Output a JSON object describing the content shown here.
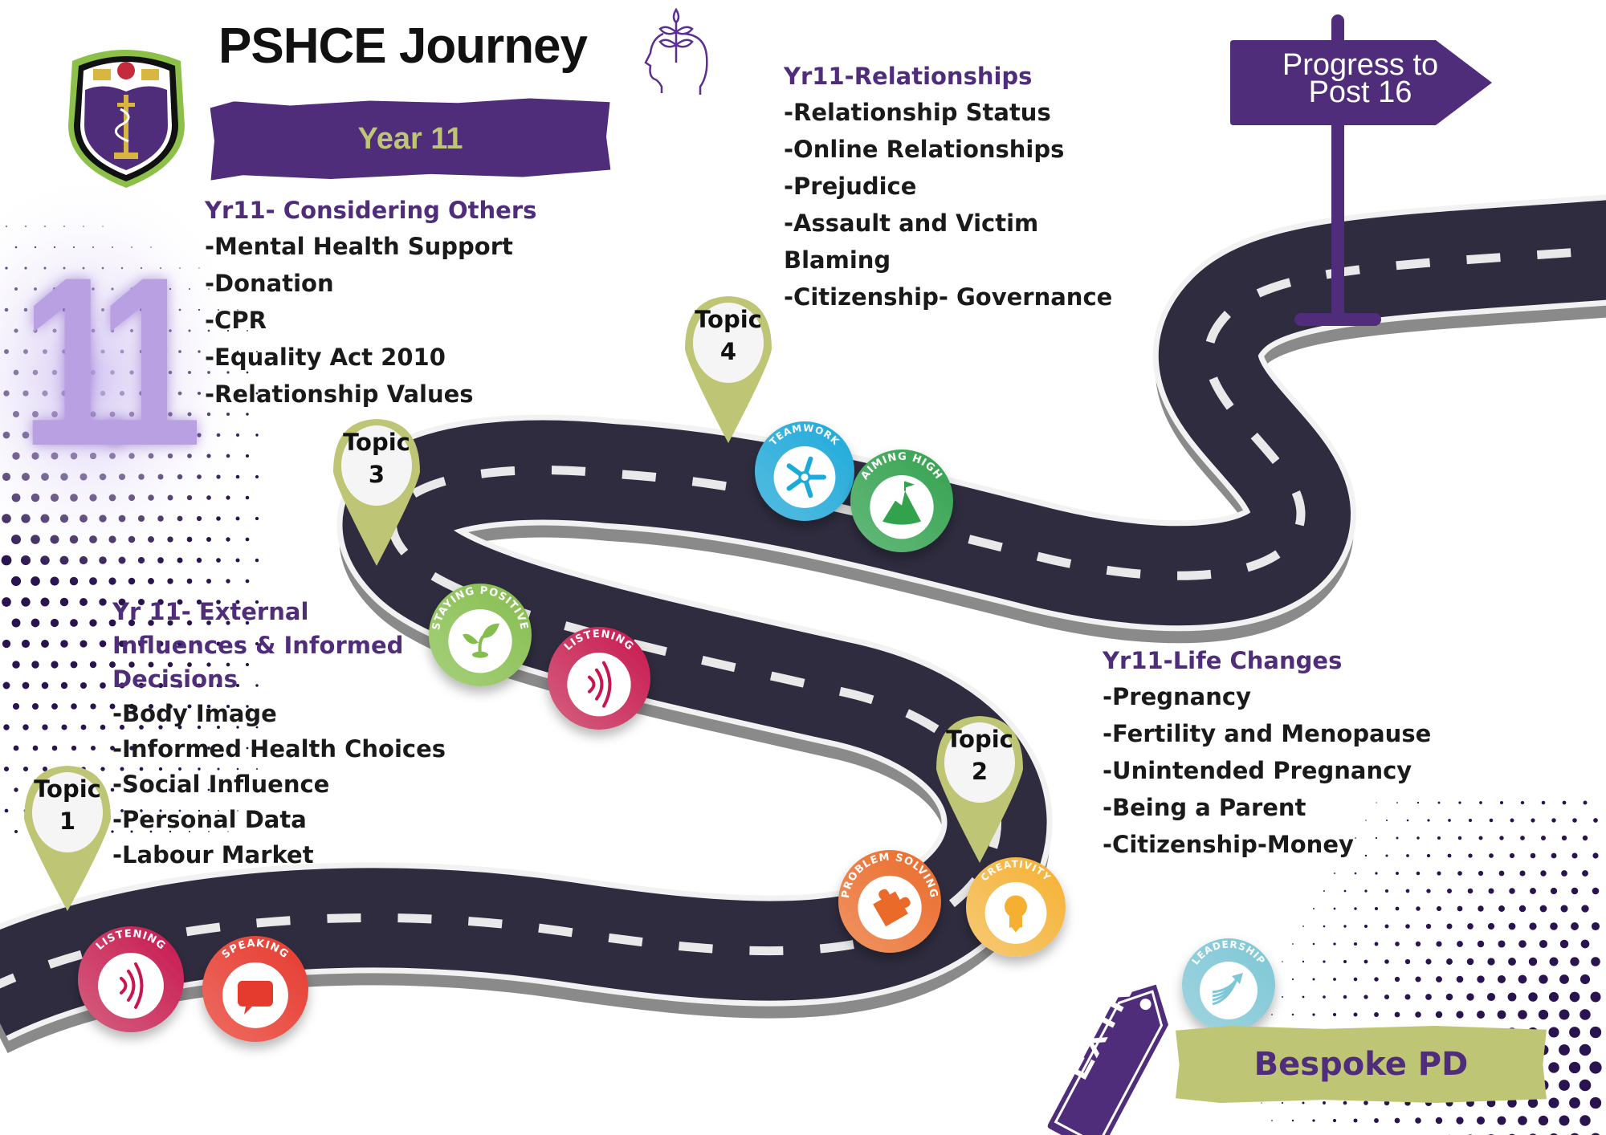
{
  "header": {
    "title": "PSHCE Journey",
    "year_label": "Year 11",
    "big_number": "11",
    "school_crest": "school-crest-shield",
    "title_icon": "head-with-plant-icon"
  },
  "colors": {
    "brand_purple": "#4f2d7b",
    "olive_green": "#bec574",
    "road_dark": "#2e2c3e",
    "lilac": "#b9a0e2"
  },
  "topics": [
    {
      "pin": {
        "label": "Topic",
        "number": "1"
      },
      "heading": "Yr 11- External Influences & Informed Decisions",
      "heading_lines": [
        "Yr 11- External",
        "Influences & Informed",
        "Decisions"
      ],
      "items": [
        "-Body Image",
        "-Informed Health Choices",
        "-Social Influence",
        "-Personal Data",
        "-Labour Market"
      ],
      "skills": [
        "LISTENING",
        "SPEAKING"
      ]
    },
    {
      "pin": {
        "label": "Topic",
        "number": "2"
      },
      "heading": "Yr11-Life Changes",
      "items": [
        "-Pregnancy",
        "-Fertility and Menopause",
        "-Unintended Pregnancy",
        "-Being a Parent",
        "-Citizenship-Money"
      ],
      "skills": [
        "PROBLEM SOLVING",
        "CREATIVITY"
      ]
    },
    {
      "pin": {
        "label": "Topic",
        "number": "3"
      },
      "heading": "Yr11- Considering Others",
      "items": [
        "-Mental Health Support",
        "-Donation",
        "-CPR",
        "-Equality Act 2010",
        "-Relationship Values"
      ],
      "skills": [
        "STAYING POSITIVE",
        "LISTENING"
      ]
    },
    {
      "pin": {
        "label": "Topic",
        "number": "4"
      },
      "heading": "Yr11-Relationships",
      "items": [
        "-Relationship Status",
        "-Online Relationships",
        "-Prejudice",
        "-Assault and Victim",
        "Blaming",
        "-Citizenship- Governance"
      ],
      "skills": [
        "TEAMWORK",
        "AIMING HIGH"
      ]
    }
  ],
  "signpost": {
    "line1": "Progress to",
    "line2": "Post 16"
  },
  "extra": {
    "tag_label": "EXTRA",
    "skill": "LEADERSHIP",
    "banner_label": "Bespoke PD"
  },
  "badges": [
    {
      "id": "listening-1",
      "label": "LISTENING",
      "icon": "sound-waves-icon",
      "color": "#c8174f",
      "color2": "#d4607f"
    },
    {
      "id": "speaking",
      "label": "SPEAKING",
      "icon": "speech-bubble-icon",
      "color": "#e53a2f",
      "color2": "#ee6c62"
    },
    {
      "id": "staying-positive",
      "label": "STAYING POSITIVE",
      "icon": "sprout-icon",
      "color": "#86bd4f",
      "color2": "#a6d07b"
    },
    {
      "id": "listening-2",
      "label": "LISTENING",
      "icon": "sound-waves-icon",
      "color": "#c8174f",
      "color2": "#d4607f"
    },
    {
      "id": "teamwork",
      "label": "TEAMWORK",
      "icon": "linked-hands-icon",
      "color": "#1eaadb",
      "color2": "#55bce0"
    },
    {
      "id": "aiming-high",
      "label": "AIMING HIGH",
      "icon": "mountain-flag-icon",
      "color": "#33a24e",
      "color2": "#66b97b"
    },
    {
      "id": "problem-solving",
      "label": "PROBLEM SOLVING",
      "icon": "puzzle-piece-icon",
      "color": "#ea6a2a",
      "color2": "#f09463"
    },
    {
      "id": "creativity",
      "label": "CREATIVITY",
      "icon": "light-bulb-icon",
      "color": "#f5b032",
      "color2": "#f7ca75"
    },
    {
      "id": "leadership",
      "label": "LEADERSHIP",
      "icon": "arrow-burst-icon",
      "color": "#7ec7d6",
      "color2": "#9fd4df"
    }
  ]
}
